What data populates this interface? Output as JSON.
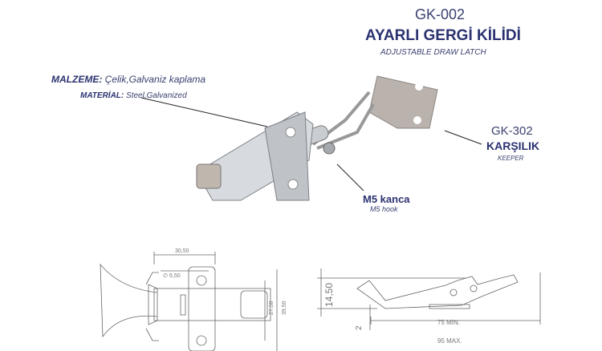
{
  "header": {
    "code": "GK-002",
    "title": "AYARLI GERGİ KİLİDİ",
    "subtitle": "ADJUSTABLE DRAW LATCH"
  },
  "material": {
    "tr_label": "MALZEME:",
    "tr_value": " Çelik,Galvaniz kaplama",
    "en_label": "MATERİAL:",
    "en_value": " Steel,Galvanized"
  },
  "keeper": {
    "code": "GK-302",
    "title": "KARŞILIK",
    "subtitle": "KEEPER"
  },
  "hook": {
    "title": "M5 kanca",
    "subtitle": "M5 hook"
  },
  "dimensions": {
    "top_width": "30,50",
    "hole": "∅ 6,50",
    "inner_height": "27,50",
    "outer_height": "39,50",
    "side_height": "14,50",
    "thickness": "2",
    "min_length": "75 MIN.",
    "max_length": "95 MAX."
  },
  "colors": {
    "brand": "#2b3270"
  }
}
